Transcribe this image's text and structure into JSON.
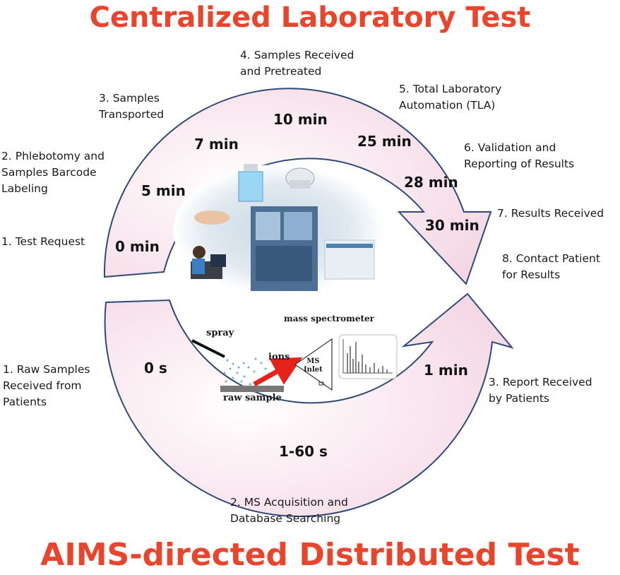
{
  "titles": {
    "top": "Centralized Laboratory Test",
    "bottom": "AIMS-directed Distributed Test"
  },
  "colors": {
    "title": "#e8452c",
    "arrow_fill": "#f6dce8",
    "arrow_stroke": "#2e4a78",
    "ms_arrow": "#e5231b"
  },
  "centralized": {
    "steps": [
      "1. Test Request",
      "2. Phlebotomy and\nSamples Barcode\nLabeling",
      "3. Samples\nTransported",
      "4. Samples Received\nand Pretreated",
      "5. Total Laboratory\nAutomation (TLA)",
      "6. Validation and\nReporting of Results",
      "7. Results Received",
      "8. Contact Patient\nfor Results"
    ],
    "times": [
      "0 min",
      "5 min",
      "7 min",
      "10 min",
      "25 min",
      "28 min",
      "30 min"
    ]
  },
  "distributed": {
    "steps": [
      "1.  Raw Samples\nReceived from\nPatients",
      "2. MS Acquisition and\nDatabase Searching",
      "3. Report Received\nby Patients"
    ],
    "times": [
      "0 s",
      "1-60 s",
      "1 min"
    ]
  },
  "schematic": {
    "mass_spectrometer": "mass spectrometer",
    "spray": "spray",
    "ions": "ions",
    "ms_inlet": "MS\nInlet",
    "raw_sample": "raw sample"
  }
}
